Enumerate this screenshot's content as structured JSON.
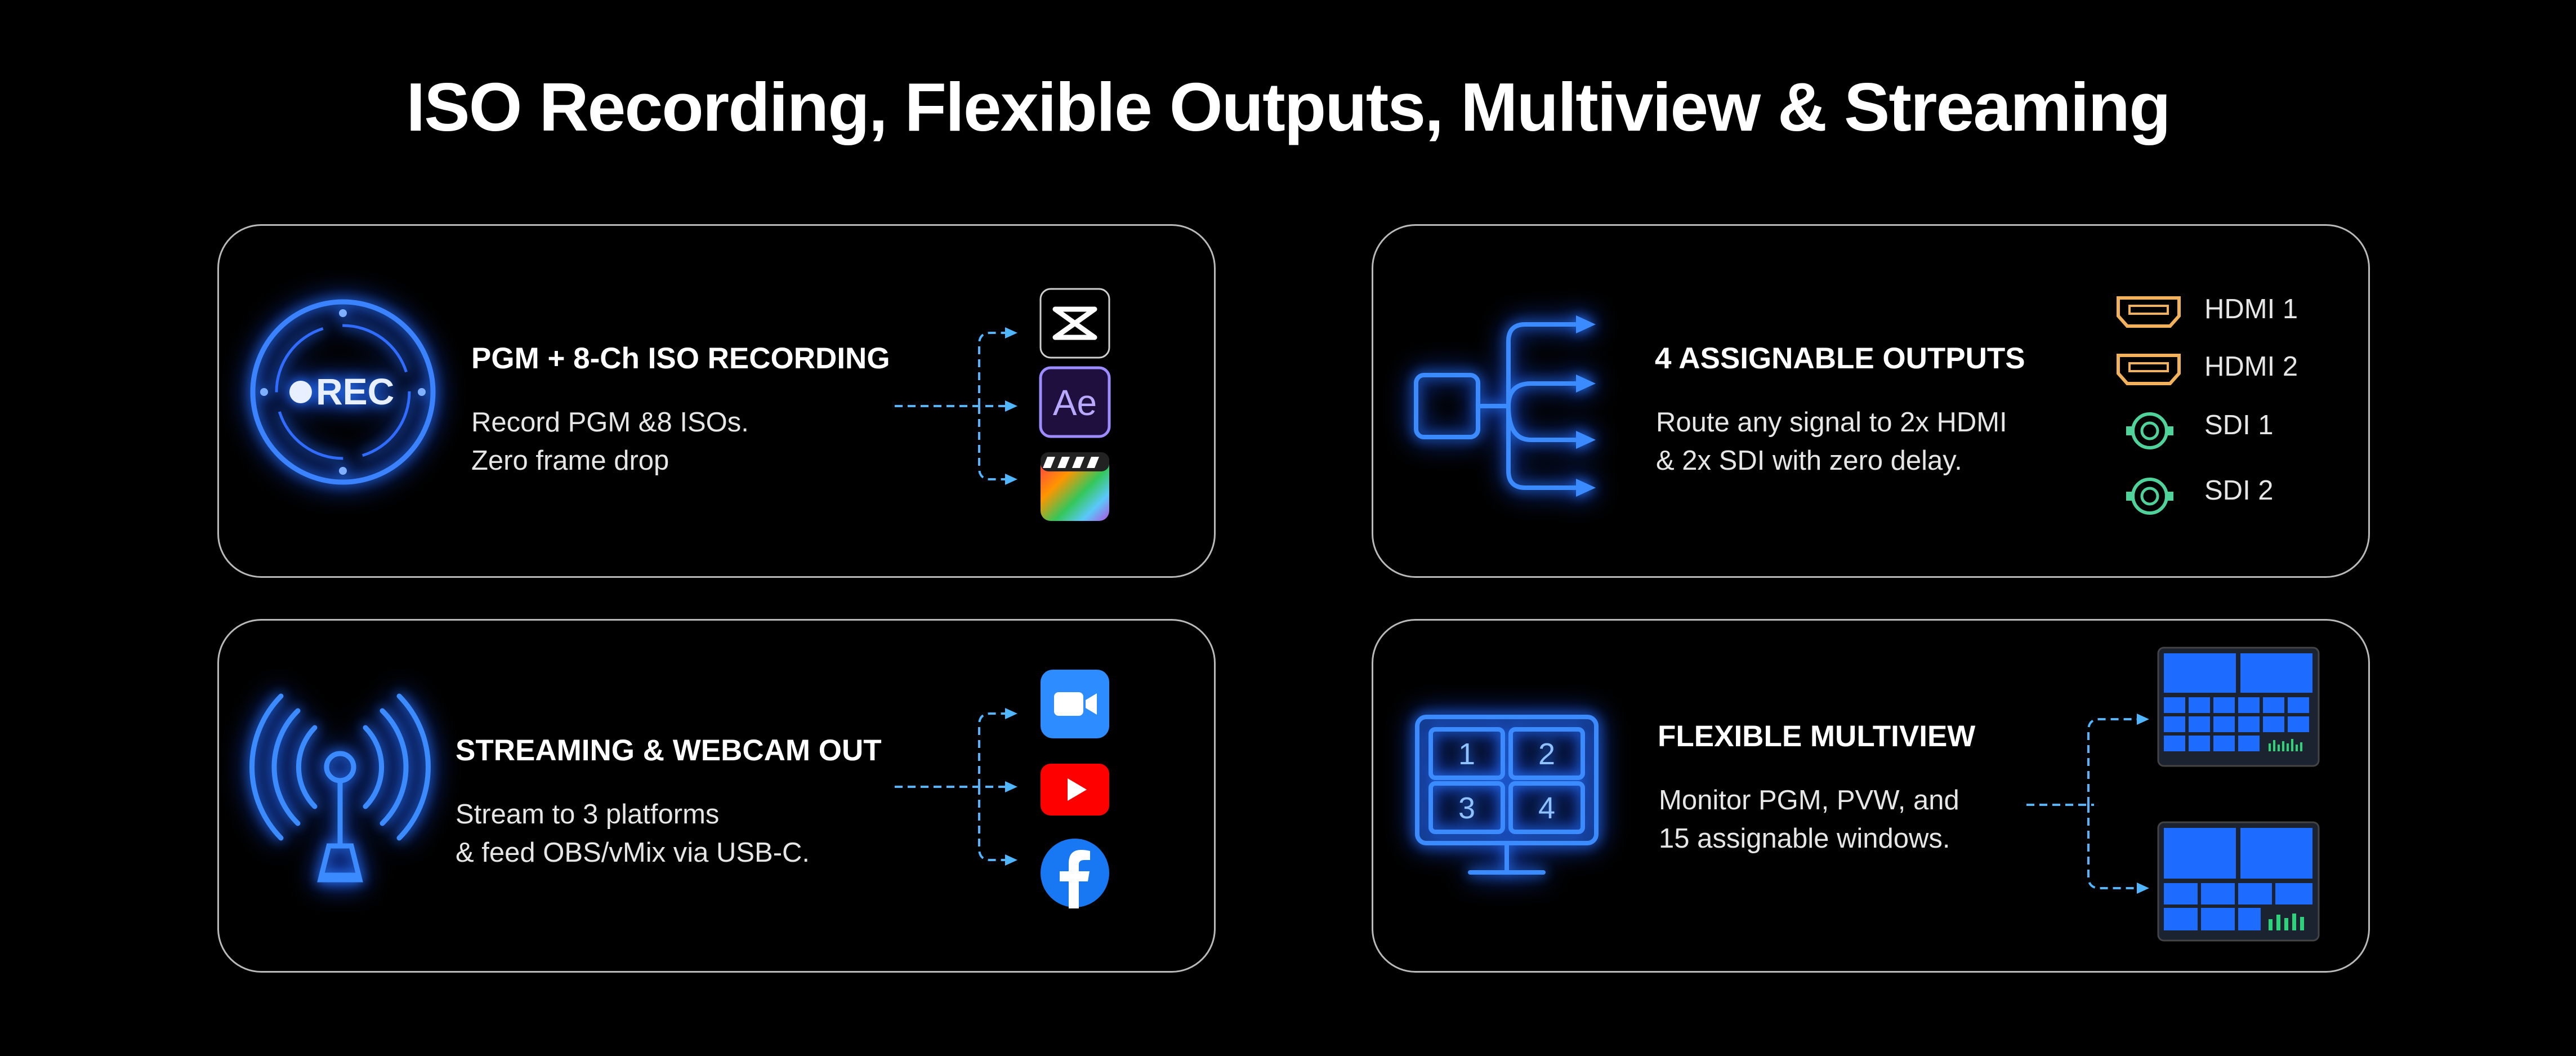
{
  "title": "ISO Recording, Flexible Outputs, Multiview & Streaming",
  "cards": {
    "recording": {
      "heading": "PGM + 8-Ch ISO RECORDING",
      "desc_line1": "Record PGM &8 ISOs.",
      "desc_line2": "Zero frame drop",
      "badge_text": "REC",
      "apps": [
        "capcut-icon",
        "after-effects-icon",
        "final-cut-pro-icon"
      ],
      "ae_text": "Ae"
    },
    "outputs": {
      "heading": "4 ASSIGNABLE OUTPUTS",
      "desc_line1": "Route any signal to 2x HDMI",
      "desc_line2": "& 2x SDI with zero delay.",
      "ports": [
        "HDMI 1",
        "HDMI 2",
        "SDI 1",
        "SDI 2"
      ]
    },
    "streaming": {
      "heading": "STREAMING & WEBCAM OUT",
      "desc_line1": "Stream to 3 platforms",
      "desc_line2": "& feed OBS/vMix via USB-C.",
      "apps": [
        "zoom-icon",
        "youtube-icon",
        "facebook-icon"
      ]
    },
    "multiview": {
      "heading": "FLEXIBLE MULTIVIEW",
      "desc_line1": "Monitor PGM, PVW, and",
      "desc_line2": "15 assignable windows.",
      "screen_numbers": [
        "1",
        "2",
        "3",
        "4"
      ]
    }
  },
  "colors": {
    "neon_blue": "#2f7dff",
    "cyan": "#5fc8ff",
    "hdmi_gold": "#f2b25c",
    "sdi_green": "#4fd39a",
    "zoom_blue": "#2d8cff",
    "youtube_red": "#ff0000",
    "facebook_blue": "#1877f2"
  }
}
